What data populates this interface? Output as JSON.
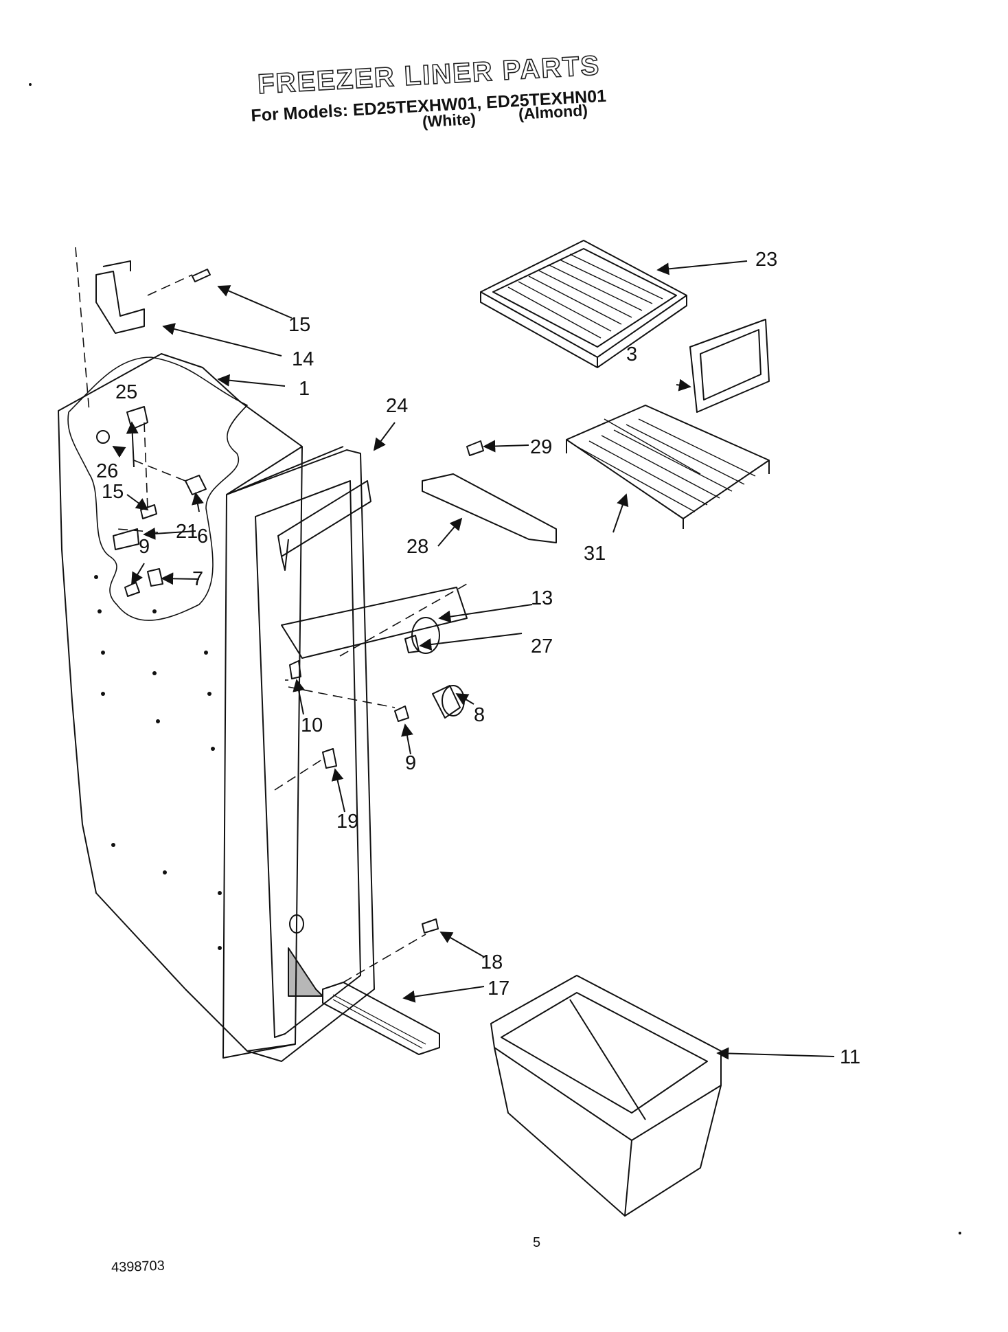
{
  "header": {
    "title": "FREEZER LINER PARTS",
    "models_line": "For Models: ED25TEXHW01, ED25TEXHN01",
    "color_white": "(White)",
    "color_almond": "(Almond)"
  },
  "callouts": [
    "23",
    "15",
    "14",
    "1",
    "3",
    "25",
    "24",
    "29",
    "26",
    "15",
    "21",
    "6",
    "28",
    "31",
    "9",
    "7",
    "13",
    "27",
    "8",
    "10",
    "9",
    "19",
    "18",
    "17",
    "11"
  ],
  "footer": {
    "page_number": "5",
    "doc_number": "4398703"
  }
}
